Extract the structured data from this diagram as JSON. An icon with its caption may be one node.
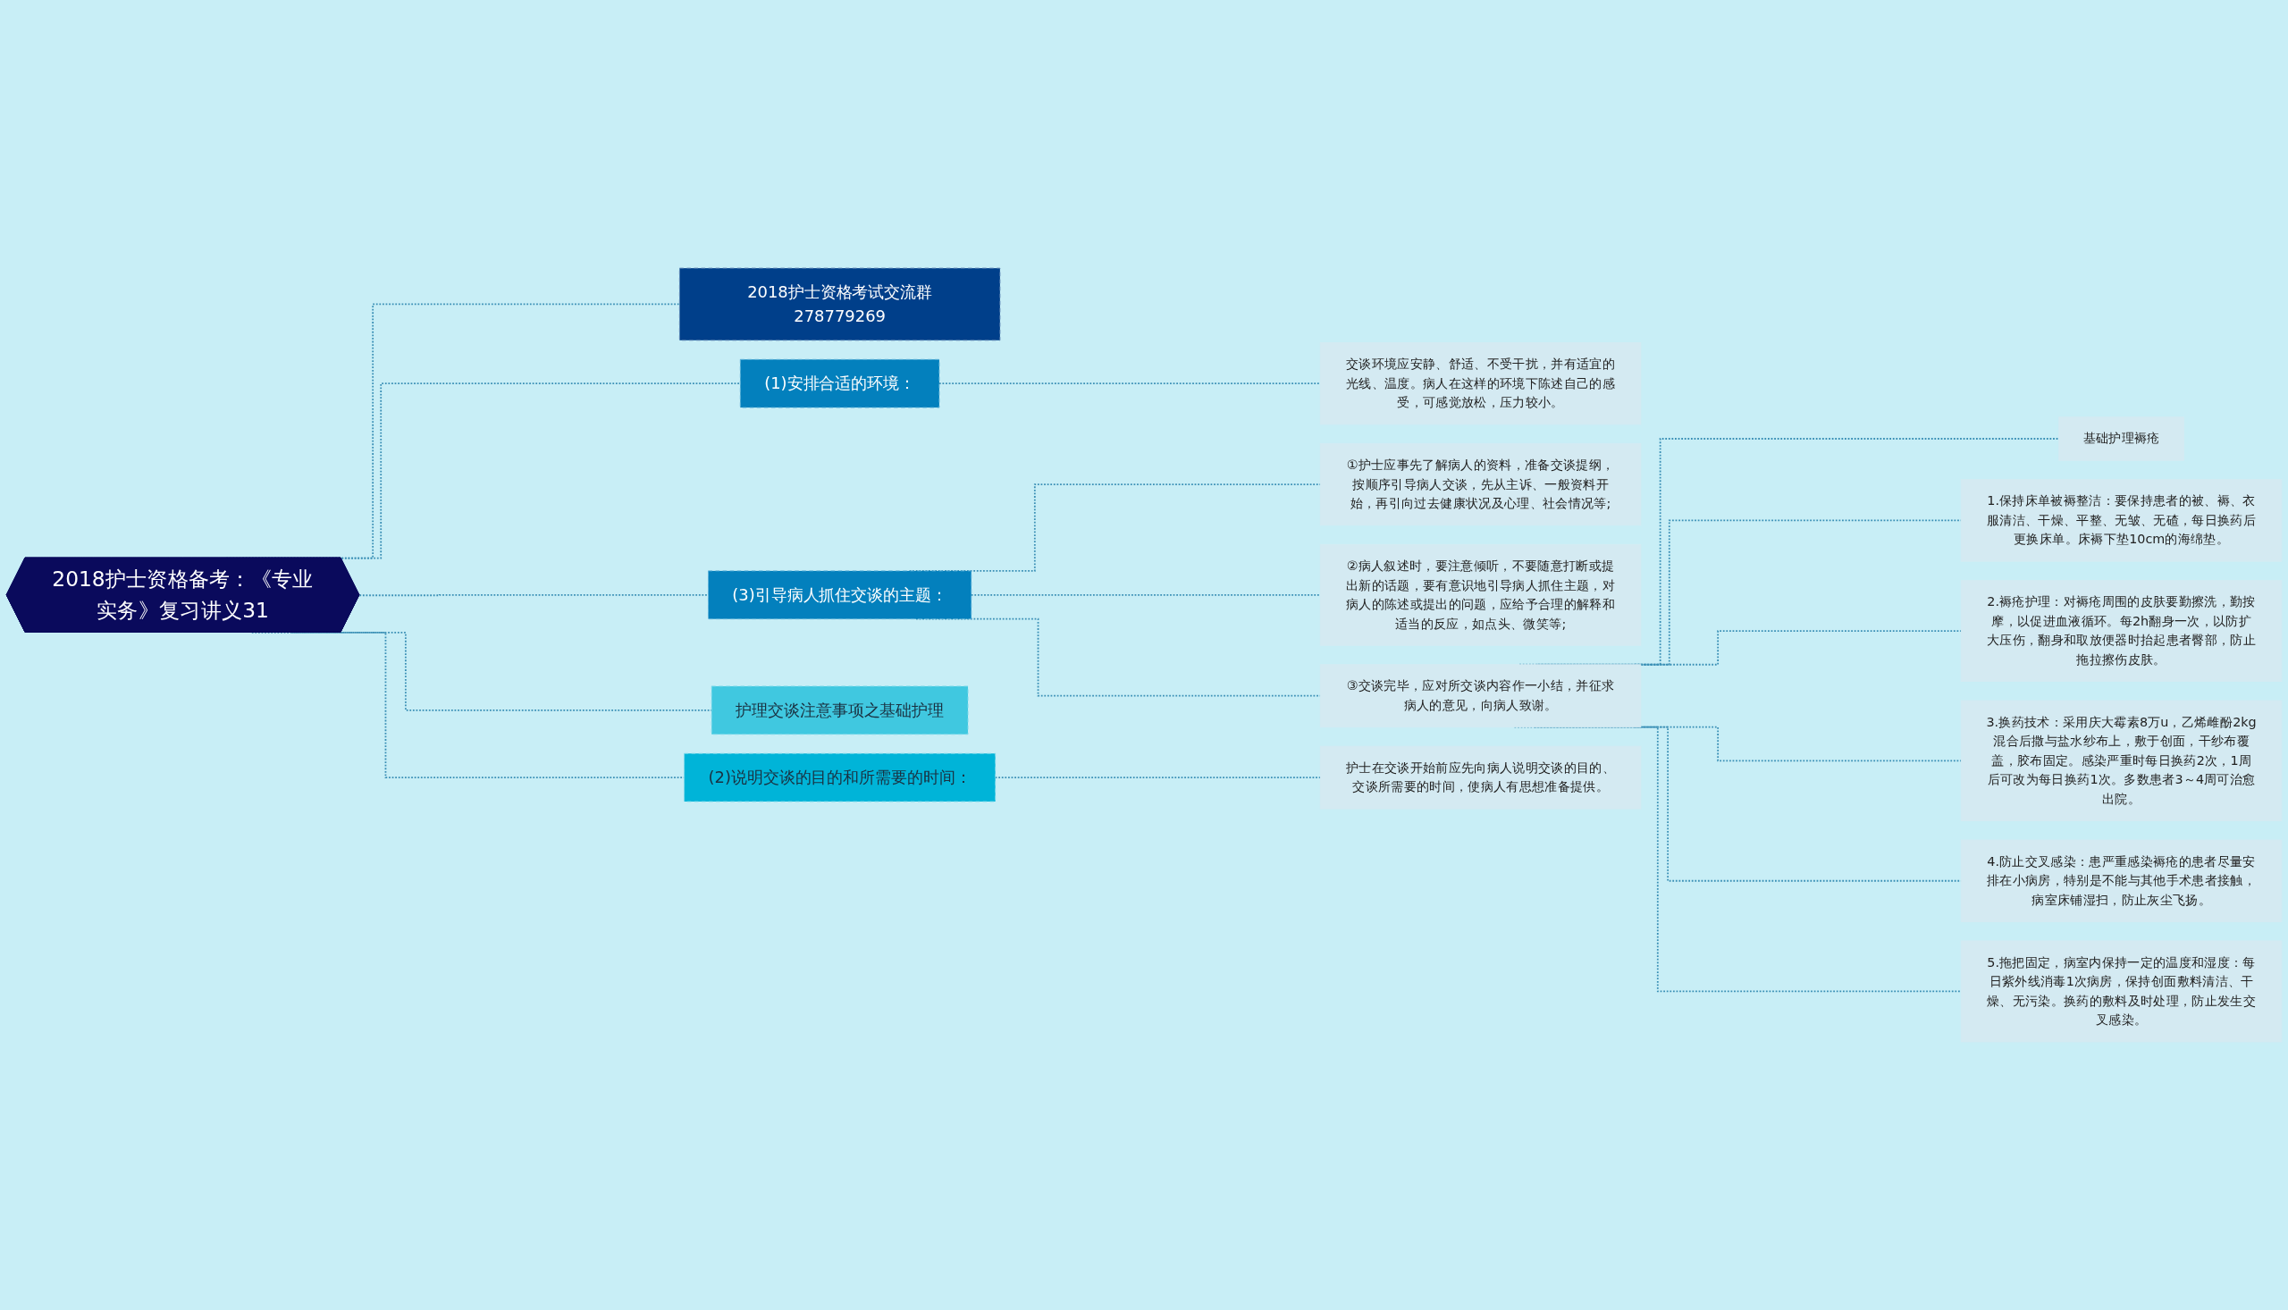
{
  "diagram": {
    "nodes": [
      {
        "text": [
          "2018护士资格备考：《专业实务》复习讲义31"
        ]
      },
      {
        "text": [
          "2018护士资格考试交流群278779269"
        ]
      },
      {
        "text": [
          "(1)安排合适的环境："
        ]
      },
      {
        "text": [
          "交谈环境应安静、舒适、不受干扰，并有适宜的光线、温度。病人在这样的环境下陈述自己的感受，可感觉放松，压力较小。"
        ]
      },
      {
        "text": [
          "(3)引导病人抓住交谈的主题："
        ]
      },
      {
        "text": [
          "①护士应事先了解病人的资料，准备交谈提纲，按顺序引导病人交谈，先从主诉、一般资料开始，再引向过去健康状况及心理、社会情况等;"
        ]
      },
      {
        "text": [
          "②病人叙述时，要注意倾听，不要随意打断或提出新的话题，要有意识地引导病人抓住主题，对病人的陈述或提出的问题，应给予合理的解释和适当的反应，如点头、微笑等;"
        ]
      },
      {
        "text": [
          "③交谈完毕，应对所交谈内容作一小结，并征求病人的意见，向病人致谢。"
        ]
      },
      {
        "text": [
          "基础护理褥疮"
        ]
      },
      {
        "text": [
          "1.保持床单被褥整洁：要保持患者的被、褥、衣服清洁、干燥、平整、无皱、无碴，每日换药后更换床单。床褥下垫10cm的海绵垫。"
        ]
      },
      {
        "text": [
          "2.褥疮护理：对褥疮周围的皮肤要勤擦洗，勤按摩，以促进血液循环。每2h翻身一次，以防扩大压伤，翻身和取放便器时抬起患者臀部，防止拖拉擦伤皮肤。"
        ]
      },
      {
        "text": [
          "3.换药技术：采用庆大霉素8万u，乙烯雌酚2kg混合后撒与盐水纱布上，敷于创面，干纱布覆盖，胶布固定。感染严重时每日换药2次，1周后可改为每日换药1次。多数患者3～4周可治愈出院。"
        ]
      },
      {
        "text": [
          "4.防止交叉感染：患严重感染褥疮的患者尽量安排在小病房，特别是不能与其他手术患者接触，病室床铺湿扫，防止灰尘飞扬。"
        ]
      },
      {
        "text": [
          "5.拖把固定，病室内保持一定的温度和湿度：每日紫外线消毒1次病房，保持创面敷料清洁、干燥、无污染。换药的敷料及时处理，防止发生交叉感染。"
        ]
      },
      {
        "text": [
          "护理交谈注意事项之基础护理"
        ]
      },
      {
        "text": [
          "(2)说明交谈的目的和所需要的时间："
        ]
      },
      {
        "text": [
          "护士在交谈开始前应先向病人说明交谈的目的、交谈所需要的时间，使病人有思想准备提供。"
        ]
      }
    ],
    "edges": [
      {
        "from": 0,
        "to": 1,
        "arrow": "none",
        "style": "dashed"
      },
      {
        "from": 0,
        "to": 2,
        "arrow": "none",
        "style": "dashed"
      },
      {
        "from": 2,
        "to": 3,
        "arrow": "none",
        "style": "dashed"
      },
      {
        "from": 0,
        "to": 4,
        "arrow": "none",
        "style": "dashed"
      },
      {
        "from": 4,
        "to": 5,
        "arrow": "none",
        "style": "dashed"
      },
      {
        "from": 4,
        "to": 6,
        "arrow": "none",
        "style": "dashed"
      },
      {
        "from": 4,
        "to": 7,
        "arrow": "none",
        "style": "dashed"
      },
      {
        "from": 7,
        "to": 8,
        "arrow": "none",
        "style": "dashed"
      },
      {
        "from": 7,
        "to": 9,
        "arrow": "none",
        "style": "dashed"
      },
      {
        "from": 7,
        "to": 10,
        "arrow": "none",
        "style": "dashed"
      },
      {
        "from": 7,
        "to": 11,
        "arrow": "none",
        "style": "dashed"
      },
      {
        "from": 7,
        "to": 12,
        "arrow": "none",
        "style": "dashed"
      },
      {
        "from": 7,
        "to": 13,
        "arrow": "none",
        "style": "dashed"
      },
      {
        "from": 0,
        "to": 14,
        "arrow": "none",
        "style": "dashed"
      },
      {
        "from": 0,
        "to": 15,
        "arrow": "none",
        "style": "dashed"
      },
      {
        "from": 15,
        "to": 16,
        "arrow": "none",
        "style": "dashed"
      }
    ]
  }
}
